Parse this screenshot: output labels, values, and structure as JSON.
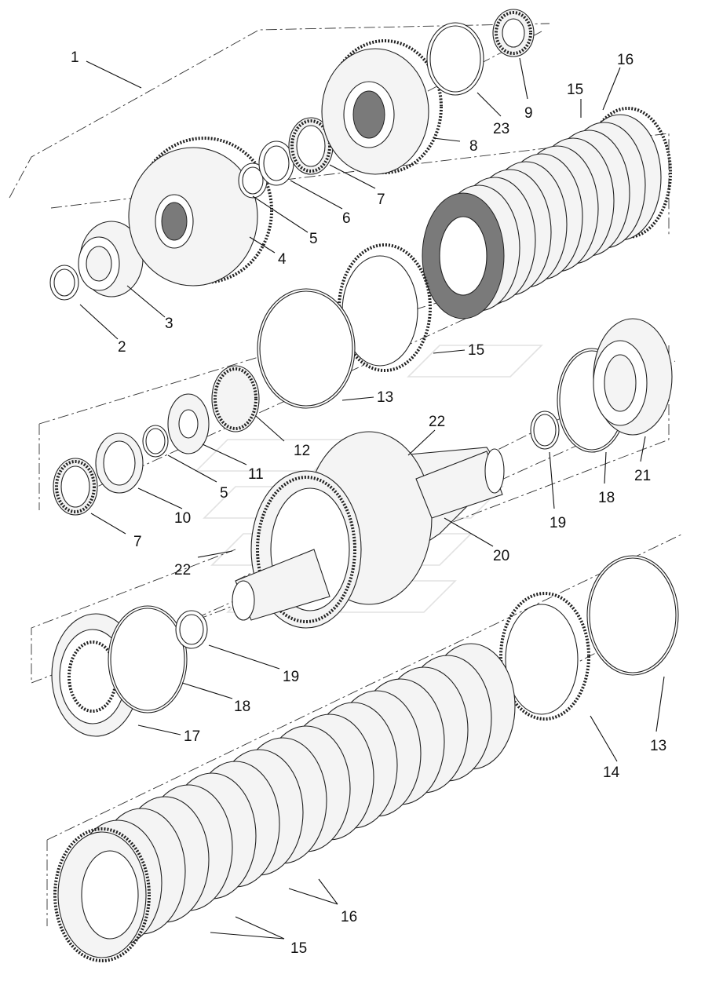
{
  "diagram": {
    "callouts": [
      {
        "id": "c1",
        "text": "1"
      },
      {
        "id": "c2",
        "text": "2"
      },
      {
        "id": "c3",
        "text": "3"
      },
      {
        "id": "c4",
        "text": "4"
      },
      {
        "id": "c5a",
        "text": "5"
      },
      {
        "id": "c6",
        "text": "6"
      },
      {
        "id": "c7a",
        "text": "7"
      },
      {
        "id": "c8",
        "text": "8"
      },
      {
        "id": "c23",
        "text": "23"
      },
      {
        "id": "c9",
        "text": "9"
      },
      {
        "id": "c15a",
        "text": "15"
      },
      {
        "id": "c16a",
        "text": "16"
      },
      {
        "id": "c15b",
        "text": "15"
      },
      {
        "id": "c13a",
        "text": "13"
      },
      {
        "id": "c12",
        "text": "12"
      },
      {
        "id": "c11",
        "text": "11"
      },
      {
        "id": "c5b",
        "text": "5"
      },
      {
        "id": "c10",
        "text": "10"
      },
      {
        "id": "c7b",
        "text": "7"
      },
      {
        "id": "c22a",
        "text": "22"
      },
      {
        "id": "c20",
        "text": "20"
      },
      {
        "id": "c22b",
        "text": "22"
      },
      {
        "id": "c19a",
        "text": "19"
      },
      {
        "id": "c18a",
        "text": "18"
      },
      {
        "id": "c21",
        "text": "21"
      },
      {
        "id": "c19b",
        "text": "19"
      },
      {
        "id": "c18b",
        "text": "18"
      },
      {
        "id": "c17",
        "text": "17"
      },
      {
        "id": "c14",
        "text": "14"
      },
      {
        "id": "c13b",
        "text": "13"
      },
      {
        "id": "c16b",
        "text": "16"
      },
      {
        "id": "c15c",
        "text": "15"
      }
    ]
  }
}
